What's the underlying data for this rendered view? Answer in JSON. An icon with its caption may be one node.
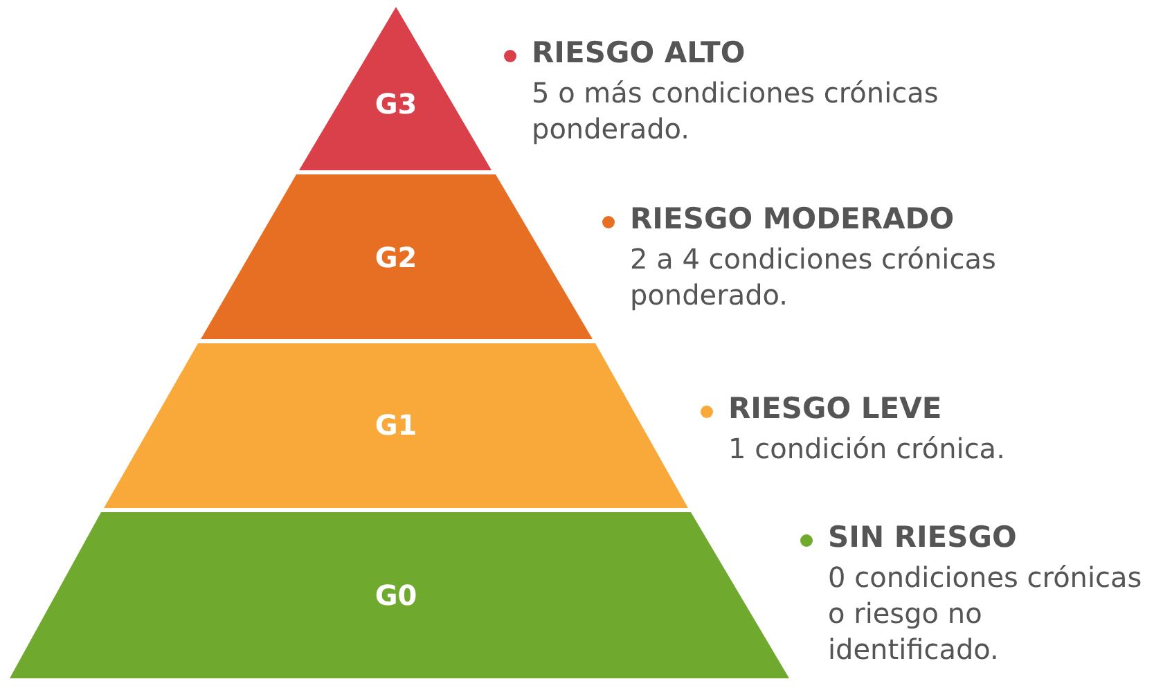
{
  "diagram": {
    "nodes": [
      {
        "text": [
          "G3"
        ],
        "beside": [
          "RIESGO ALTO",
          "5 o más condiciones crónicas ponderado."
        ]
      },
      {
        "text": [
          "G2"
        ],
        "beside": [
          "RIESGO MODERADO",
          "2 a 4 condiciones crónicas ponderado."
        ]
      },
      {
        "text": [
          "G1"
        ],
        "beside": [
          "RIESGO LEVE",
          "1 condición crónica."
        ]
      },
      {
        "text": [
          "G0"
        ],
        "beside": [
          "SIN RIESGO",
          "0 condiciones crónicas o riesgo no identificado."
        ]
      }
    ]
  }
}
